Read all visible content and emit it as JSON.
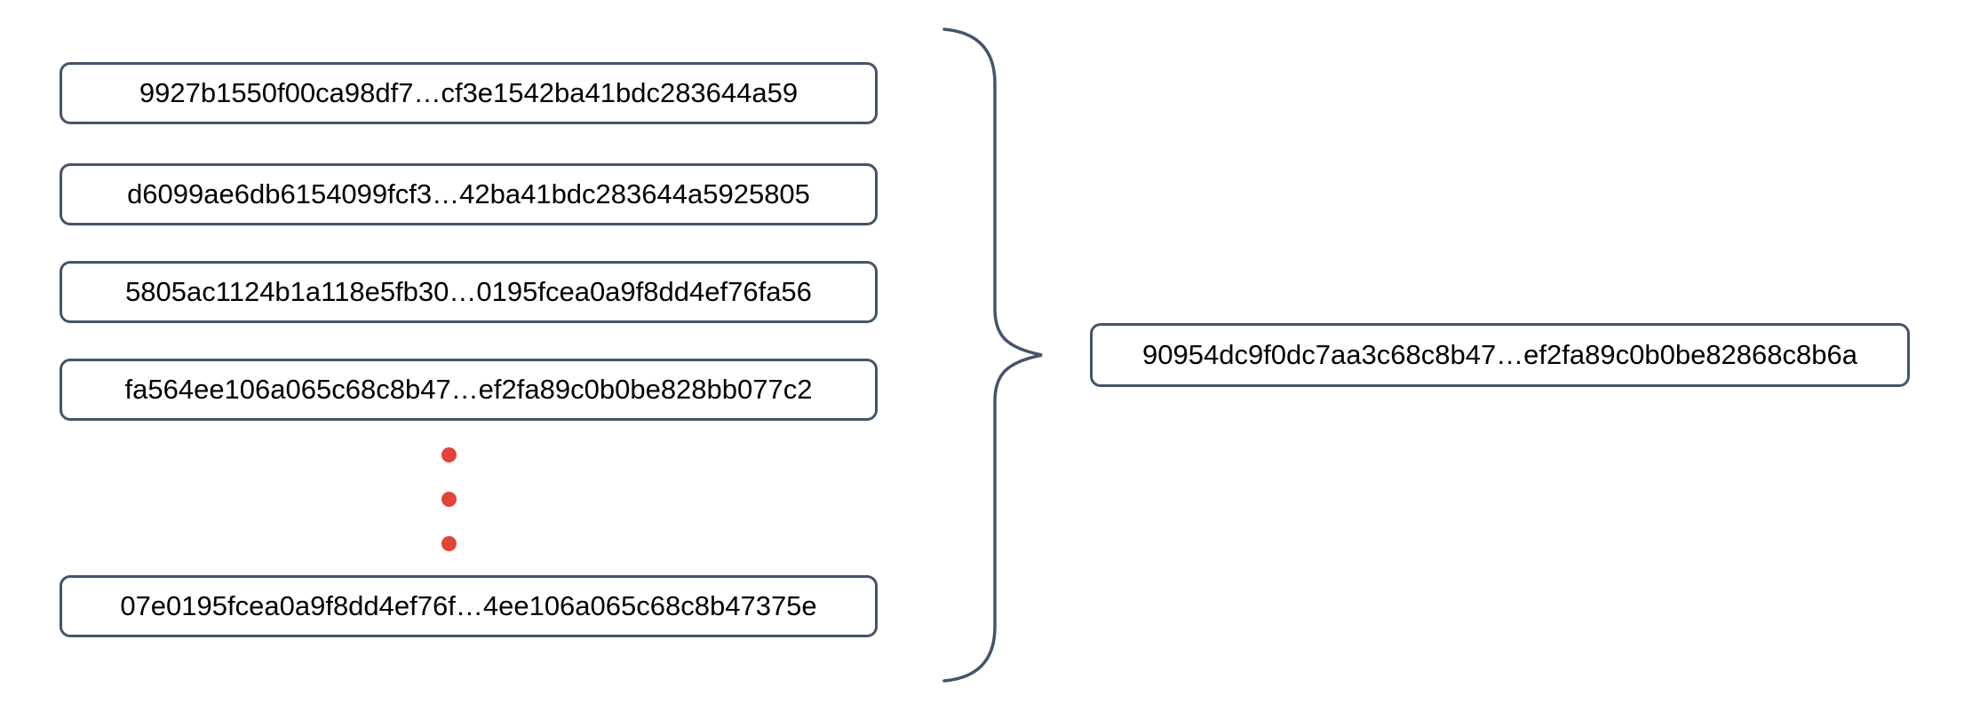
{
  "diagram": {
    "description": "Many truncated hash values grouped by a curly brace into a single combined hash value",
    "input_hashes": [
      "9927b1550f00ca98df7…cf3e1542ba41bdc283644a59",
      "d6099ae6db6154099fcf3…42ba41bdc283644a5925805",
      "5805ac1124b1a118e5fb30…0195fcea0a9f8dd4ef76fa56",
      "fa564ee106a065c68c8b47…ef2fa89c0b0be828bb077c2",
      "07e0195fcea0a9f8dd4ef76f…4ee106a065c68c8b47375e"
    ],
    "ellipsis_dot_count": 3,
    "output_hash": "90954dc9f0dc7aa3c68c8b47…ef2fa89c0b0be82868c8b6a",
    "colors": {
      "box_border": "#44546A",
      "brace_stroke": "#44546A",
      "ellipsis_dot": "#E2433C",
      "text": "#000000",
      "background": "#FFFFFF"
    }
  }
}
